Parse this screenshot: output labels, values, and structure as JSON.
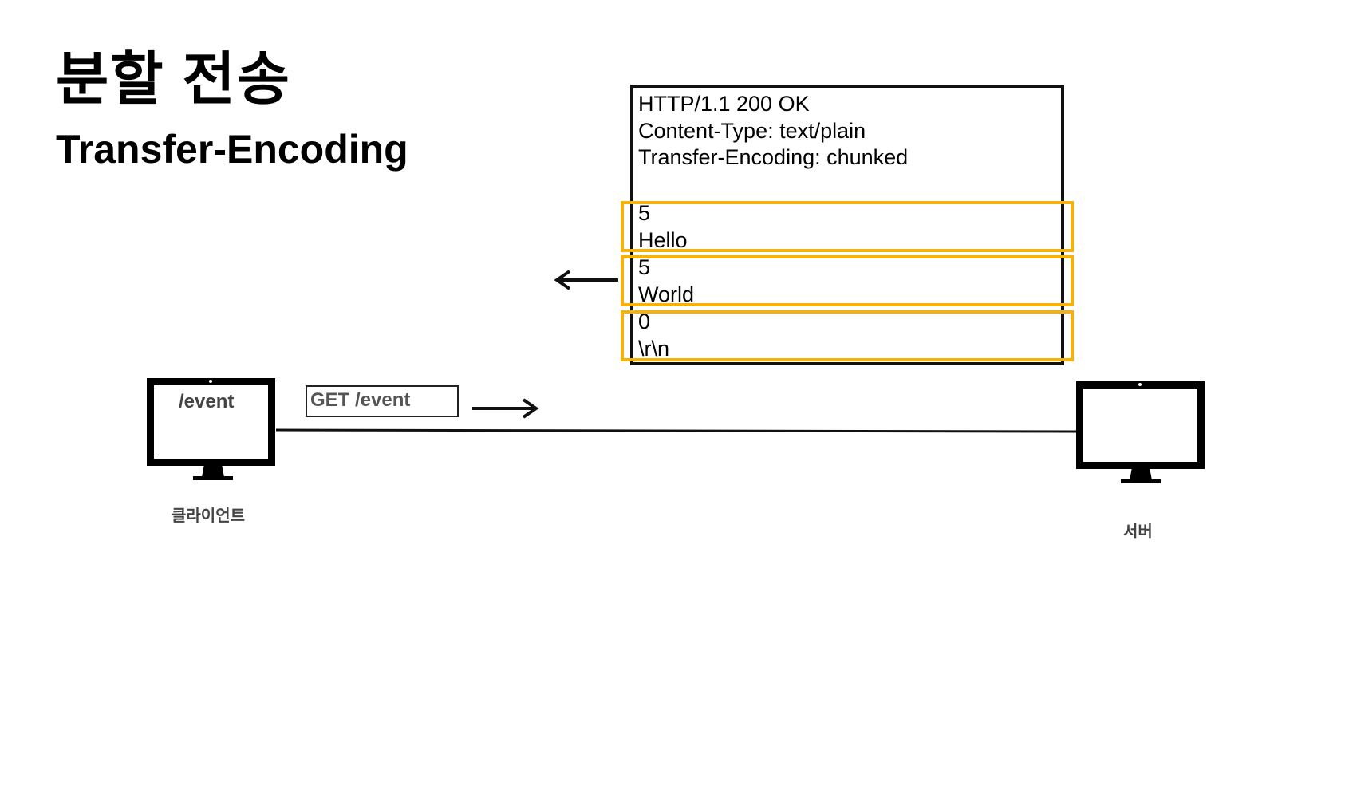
{
  "title": {
    "korean": "분할 전송",
    "english": "Transfer-Encoding"
  },
  "response": {
    "headers": [
      "HTTP/1.1 200 OK",
      "Content-Type: text/plain",
      "Transfer-Encoding: chunked"
    ],
    "chunks": [
      {
        "size": "5",
        "data": "Hello"
      },
      {
        "size": "5",
        "data": "World"
      },
      {
        "size": "0",
        "data": "\\r\\n"
      }
    ]
  },
  "client": {
    "screen_text": "/event",
    "label": "클라이언트"
  },
  "server": {
    "label": "서버"
  },
  "request": {
    "label": "GET /event"
  },
  "colors": {
    "chunk_highlight": "#f5b20c",
    "outline": "#111111"
  },
  "icons": [
    "client-monitor-icon",
    "server-monitor-icon",
    "response-arrow-icon",
    "request-arrow-icon"
  ]
}
